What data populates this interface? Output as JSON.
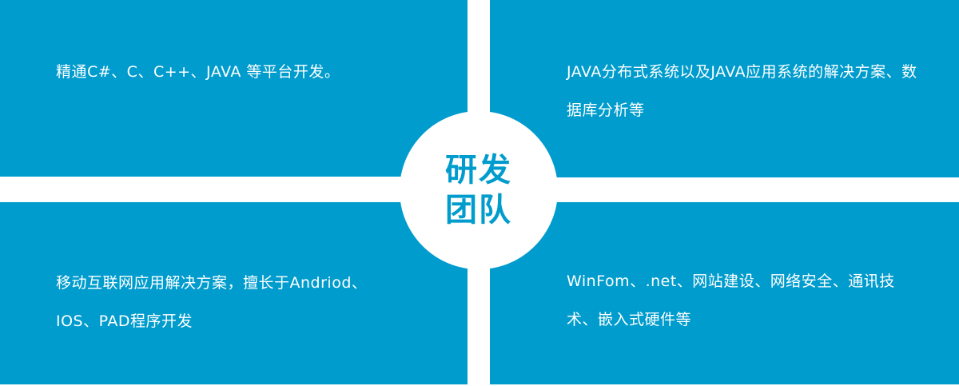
{
  "colors": {
    "panel_background": "#009ccd",
    "text": "#ffffff",
    "center_background": "#ffffff",
    "center_text": "#009ccd"
  },
  "center": {
    "title_line1": "研发",
    "title_line2": "团队"
  },
  "panels": {
    "top_left": {
      "text": "精通C#、C、C++、JAVA 等平台开发。"
    },
    "top_right": {
      "text": "JAVA分布式系统以及JAVA应用系统的解决方案、数据库分析等"
    },
    "bottom_left": {
      "text": "移动互联网应用解决方案，擅长于Andriod、IOS、PAD程序开发"
    },
    "bottom_right": {
      "text": "WinFom、.net、网站建设、网络安全、通讯技术、嵌入式硬件等"
    }
  }
}
